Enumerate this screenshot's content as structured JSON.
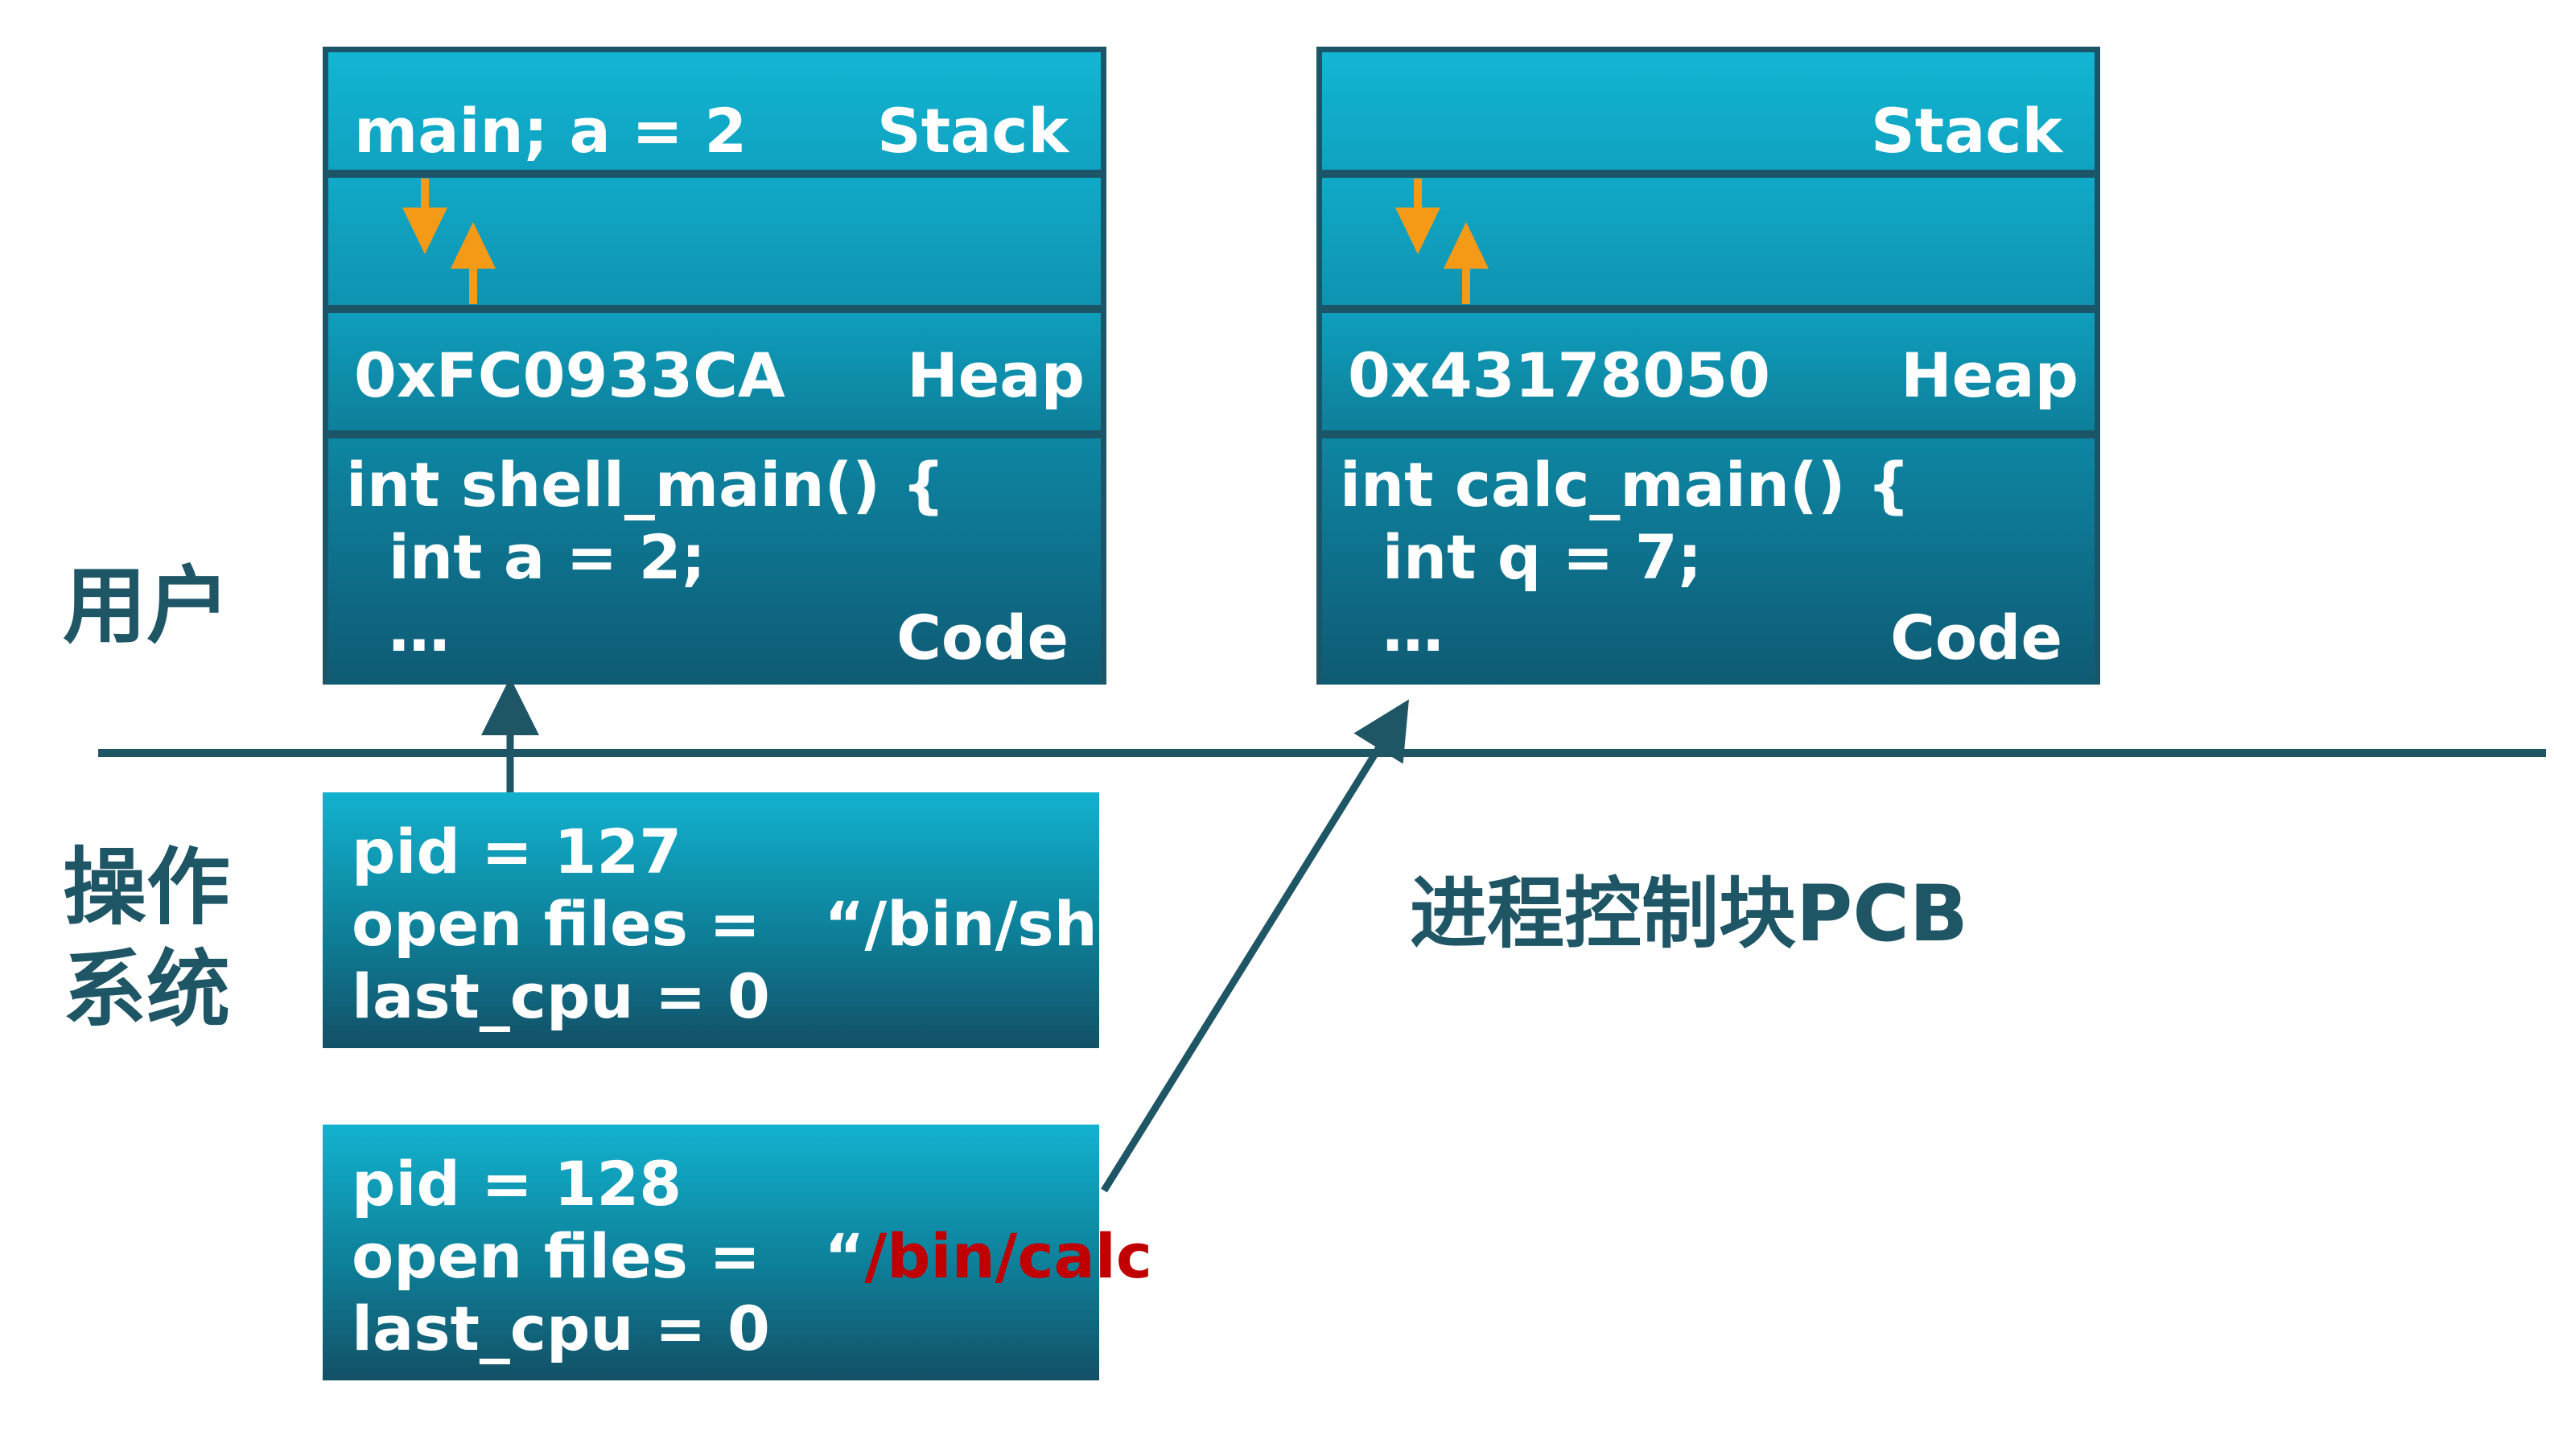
{
  "labels": {
    "user": "用户",
    "os_line1": "操作",
    "os_line2": "系统",
    "pcb": "进程控制块PCB"
  },
  "processes": [
    {
      "stack_label": "Stack",
      "stack_content": "main; a = 2",
      "heap_label": "Heap",
      "heap_content": "0xFC0933CA",
      "code_label": "Code",
      "code_lines": [
        "int shell_main() {",
        "  int a = 2;",
        "  …"
      ]
    },
    {
      "stack_label": "Stack",
      "stack_content": "",
      "heap_label": "Heap",
      "heap_content": "0x43178050",
      "code_label": "Code",
      "code_lines": [
        "int calc_main() {",
        "  int q = 7;",
        "  …"
      ]
    }
  ],
  "pcbs": [
    {
      "pid_line": "pid = 127",
      "files_prefix": "open files =   “",
      "files_value": "/bin/sh",
      "files_suffix": "”",
      "cpu_line": "last_cpu = 0"
    },
    {
      "pid_line": "pid = 128",
      "files_prefix": "open files =   “",
      "files_value": "/bin/calc",
      "files_suffix": "”",
      "cpu_line": "last_cpu = 0"
    }
  ],
  "colors": {
    "arrow_dark": "#1f5666",
    "arrow_orange": "#f59a16",
    "highlight": "#c00000"
  }
}
